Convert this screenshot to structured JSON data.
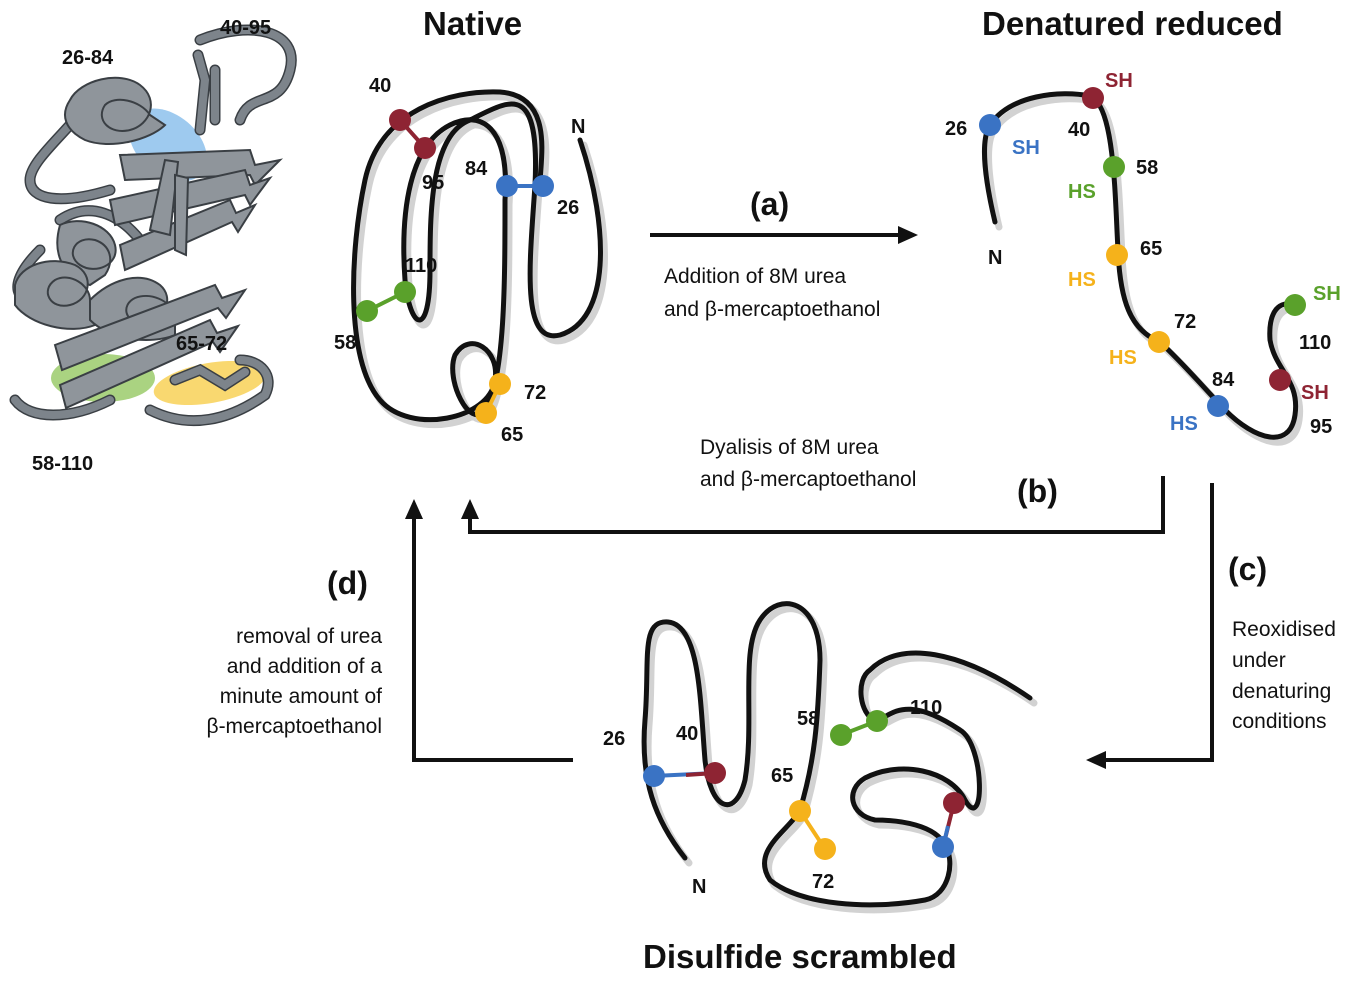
{
  "titles": {
    "native": "Native",
    "denatured": "Denatured reduced",
    "scrambled": "Disulfide scrambled"
  },
  "structure_labels": {
    "pair_26_84": "26-84",
    "pair_40_95": "40-95",
    "pair_65_72": "65-72",
    "pair_58_110": "58-110"
  },
  "native_labels": {
    "n_term": "N",
    "r40": "40",
    "r95": "95",
    "r84": "84",
    "r26": "26",
    "r110": "110",
    "r58": "58",
    "r72": "72",
    "r65": "65"
  },
  "denatured_labels": {
    "n_term": "N",
    "r26": "26",
    "r26_group": "SH",
    "r40": "40",
    "r40_group": "SH",
    "r58": "58",
    "r58_group": "HS",
    "r65": "65",
    "r65_group": "HS",
    "r72": "72",
    "r72_group": "HS",
    "r84": "84",
    "r84_group": "HS",
    "r110": "110",
    "r110_group": "SH",
    "r95": "95",
    "r95_group": "SH"
  },
  "scrambled_labels": {
    "n_term": "N",
    "r26": "26",
    "r40": "40",
    "r58": "58",
    "r110": "110",
    "r65": "65",
    "r72": "72"
  },
  "steps": {
    "a": {
      "label": "(a)",
      "line1": "Addition of 8M urea",
      "line2": "and β-mercaptoethanol"
    },
    "b": {
      "label": "(b)",
      "line1": "Dyalisis of 8M urea",
      "line2": "and β-mercaptoethanol"
    },
    "c": {
      "label": "(c)",
      "line1": "Reoxidised",
      "line2": "under",
      "line3": "denaturing",
      "line4": "conditions"
    },
    "d": {
      "label": "(d)",
      "line1": "removal of urea",
      "line2": "and addition of a",
      "line3": "minute amount of",
      "line4": "β-mercaptoethanol"
    }
  },
  "colors": {
    "pair_26_84": "#3a73c4",
    "pair_40_95": "#8e2433",
    "pair_58_110": "#5aa12b",
    "pair_65_72": "#f5b21b",
    "chain": "#111111",
    "ribbon": "#8f959b"
  }
}
